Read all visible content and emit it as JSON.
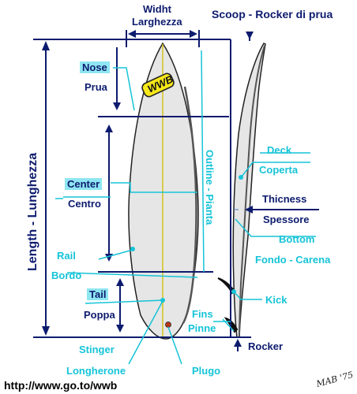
{
  "labels": {
    "width_en": "Widht",
    "width_it": "Larghezza",
    "scoop": "Scoop - Rocker di prua",
    "length": "Length - Lunghezza",
    "nose_en": "Nose",
    "nose_it": "Prua",
    "center_en": "Center",
    "center_it": "Centro",
    "rail_en": "Rail",
    "rail_it": "Bordo",
    "tail_en": "Tail",
    "tail_it": "Poppa",
    "stinger_en": "Stinger",
    "stinger_it": "Longherone",
    "plugo": "Plugo",
    "outline": "Outline - Pianta",
    "deck_en": "Deck",
    "deck_it": "Coperta",
    "thickness_en": "Thicness",
    "thickness_it": "Spessore",
    "bottom_en": "Bottom",
    "bottom_it": "Fondo - Carena",
    "kick": "Kick",
    "fins_en": "Fins",
    "fins_it": "Pinne",
    "rocker": "Rocker"
  },
  "logo_text": "WWB",
  "signature": "MAB '75",
  "url": "http://www.go.to/wwb",
  "colors": {
    "navy": "#0d1b6e",
    "cyan": "#16c4d8",
    "highlight": "#8ee6f2",
    "board": "#e6e6e6",
    "stringer": "#d4c21a",
    "logo_yellow": "#f6e81a"
  }
}
